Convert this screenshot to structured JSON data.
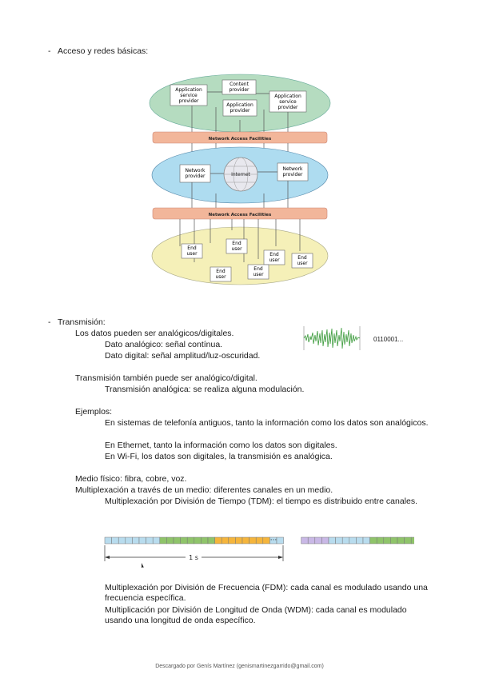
{
  "section_access": {
    "bullet": "-",
    "title": "Acceso y redes básicas:"
  },
  "diagram": {
    "top_boxes": [
      "Application\nservice\nprovider",
      "Content\nprovider",
      "Application\nprovider",
      "Application\nservice\nprovider"
    ],
    "facilities_label": "Network Access Facilities",
    "network_provider": "Network\nprovider",
    "internet": "Internet",
    "end_user": "End\nuser",
    "colors": {
      "top_ellipse": "#b5dcc0",
      "middle_ellipse": "#aedcf0",
      "bottom_ellipse": "#f5f0b8",
      "bar": "#f2b69a"
    }
  },
  "section_transmission": {
    "bullet": "-",
    "title": "Transmisión:",
    "line1": "Los datos pueden ser analógicos/digitales.",
    "line1a": "Dato analógico: señal contínua.",
    "line1b": "Dato digital: señal amplitud/luz-oscuridad.",
    "wave_label": "0110001...",
    "line2": "Transmisión también puede ser analógico/digital.",
    "line2a": "Transmisión analógica: se realiza alguna modulación.",
    "examples_title": "Ejemplos:",
    "example1": "En sistemas de telefonía antiguos, tanto la información como los datos son analógicos.",
    "example2": "En Ethernet, tanto la información como los datos son digitales.",
    "example3": "En Wi-Fi, los datos son digitales, la transmisión es analógica.",
    "medio": "Medio físico: fibra, cobre, voz.",
    "multiplex": "Multiplexación a través de un medio: diferentes canales en un medio.",
    "tdm": "Multiplexación por División de Tiempo (TDM): el tiempo es distribuido entre canales.",
    "tdm_label": "1 s",
    "tdm_dots": "···",
    "fdm": "Multiplexación por División de Frecuencia (FDM): cada canal es modulado usando una frecuencia específica.",
    "wdm": "Multiplicación por División de Longitud de Onda (WDM): cada canal es modulado usando una longitud de onda específico."
  },
  "footer": "Descargado por Genís Martínez (genismartinezgarrido@gmail.com)"
}
